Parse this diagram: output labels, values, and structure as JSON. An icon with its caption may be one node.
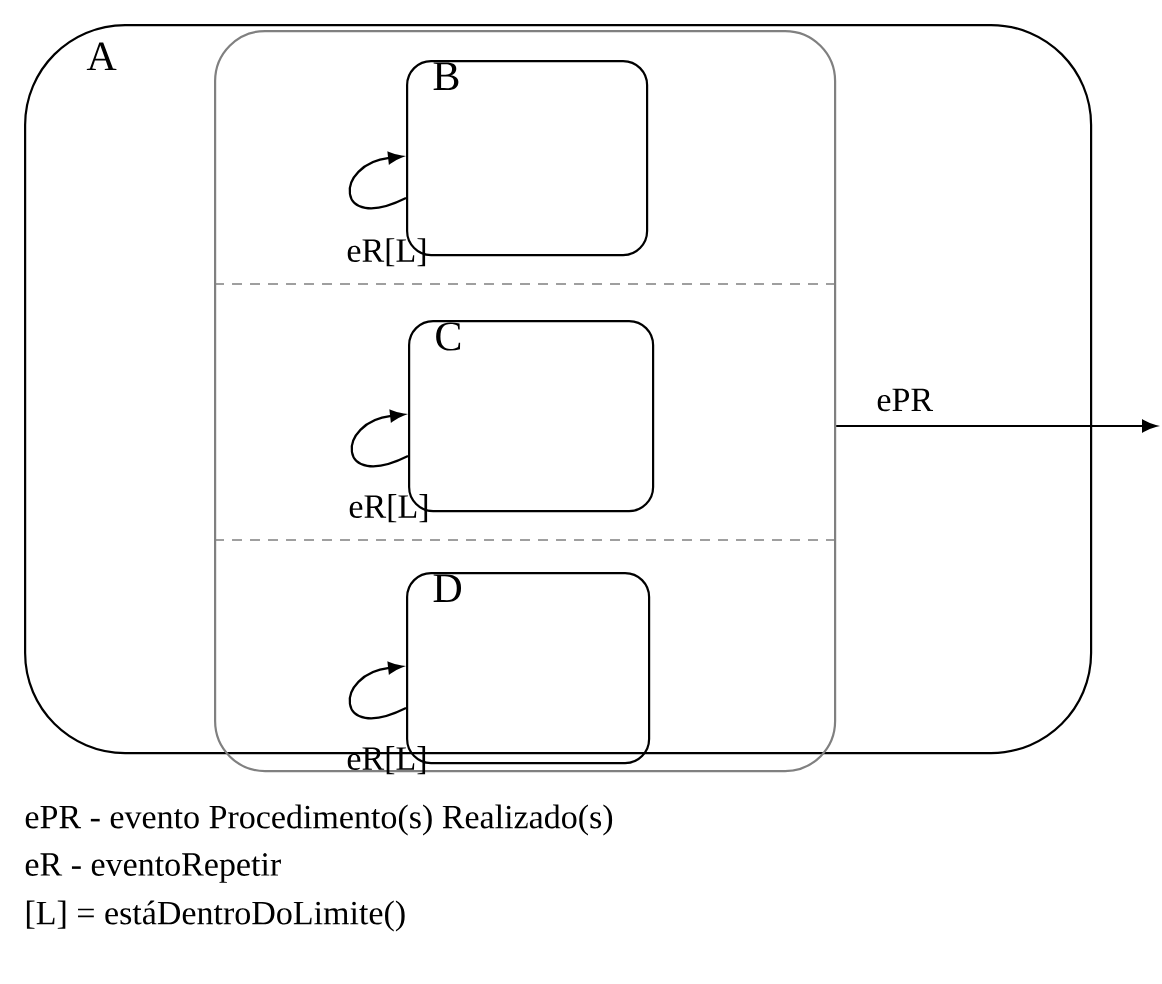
{
  "diagram": {
    "nodes": [
      {
        "text": [
          "A"
        ]
      },
      {
        "text": [],
        "shape": "box",
        "in": 0
      },
      {
        "text": [
          "B"
        ],
        "in": 1
      },
      {
        "text": [
          "C"
        ],
        "in": 1
      },
      {
        "text": [
          "D"
        ],
        "in": 1
      }
    ],
    "edges": [
      {
        "from": 2,
        "to": 2,
        "arrow": "to",
        "label": "eR[L]"
      },
      {
        "from": 3,
        "to": 3,
        "arrow": "to",
        "label": "eR[L]"
      },
      {
        "from": 4,
        "to": 4,
        "arrow": "to",
        "label": "eR[L]"
      },
      {
        "from": 1,
        "to": null,
        "arrow": "to",
        "label": "ePR"
      }
    ],
    "labels": [
      "ePR - evento Procedimento(s) Realizado(s)",
      "eR - eventoRepetir",
      "[L] = estáDentroDoLimite()"
    ]
  }
}
